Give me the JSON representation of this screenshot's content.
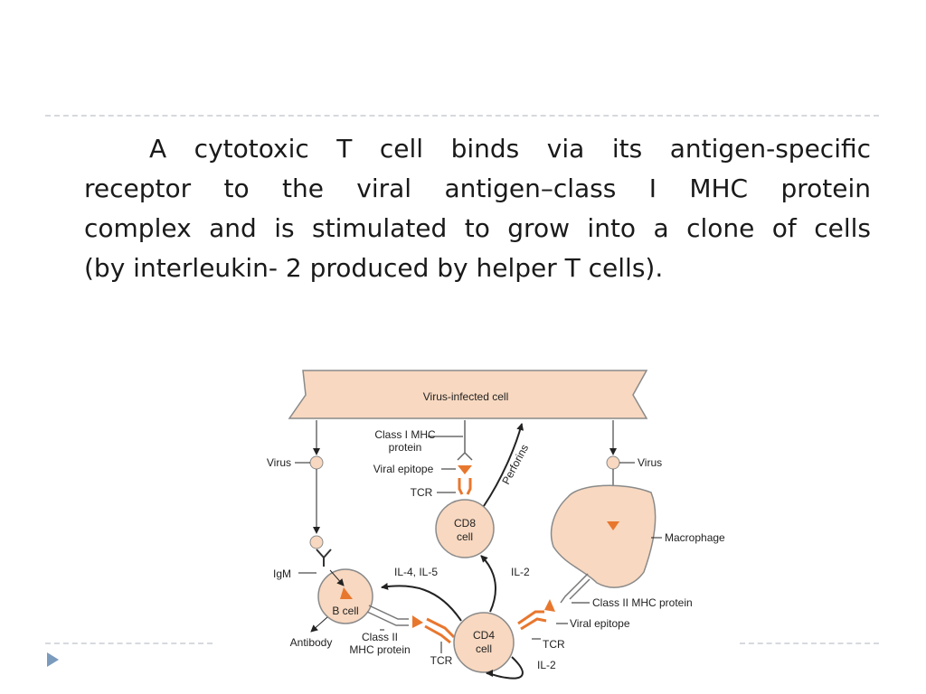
{
  "slide": {
    "text_lines": [
      "A cytotoxic T cell binds via its antigen-specific",
      "receptor to the viral antigen–class I MHC protein",
      "complex and is stimulated to grow into a clone of cells",
      "(by interleukin- 2 produced by helper T cells)."
    ]
  },
  "diagram": {
    "labels": {
      "virus_infected_cell": "Virus-infected cell",
      "class_i_mhc": [
        "Class I MHC",
        "protein"
      ],
      "viral_epitope_top": "Viral epitope",
      "tcr_top": "TCR",
      "virus_left": "Virus",
      "virus_right": "Virus",
      "perforins": "Perforins",
      "cd8_cell": [
        "CD8",
        "cell"
      ],
      "macrophage": "Macrophage",
      "igm": "IgM",
      "il4_il5": "IL-4, IL-5",
      "il2_mid": "IL-2",
      "b_cell": "B cell",
      "class_ii_mhc_right": "Class II MHC protein",
      "viral_epitope_right": "Viral epitope",
      "antibody": "Antibody",
      "class_ii_mhc_bottom": [
        "Class II",
        "MHC protein"
      ],
      "cd4_cell": [
        "CD4",
        "cell"
      ],
      "tcr_right": "TCR",
      "tcr_bottom": "TCR",
      "il2_bottom": "IL-2"
    },
    "colors": {
      "cell_fill": "#f8d8c0",
      "cell_stroke": "#8a8a8a",
      "receptor_orange": "#e8772e",
      "epitope_orange": "#e8772e",
      "arrow": "#222222"
    }
  }
}
